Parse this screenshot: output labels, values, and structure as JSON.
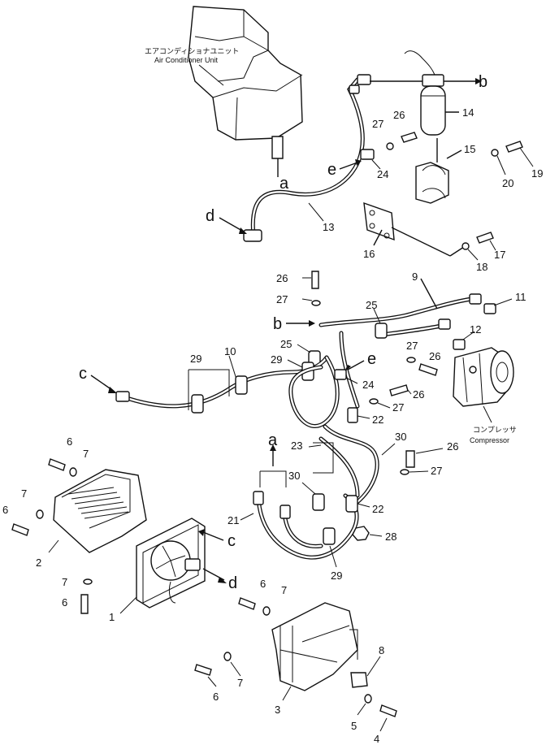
{
  "component_captions": {
    "air_conditioner_unit_jp": "エアコンディショナユニット",
    "air_conditioner_unit_en": "Air Conditioner Unit",
    "compressor_jp": "コンプレッサ",
    "compressor_en": "Compressor"
  },
  "connection_letters": {
    "a": "a",
    "b": "b",
    "c": "c",
    "d": "d",
    "e": "e"
  },
  "part_numbers": {
    "p1": "1",
    "p2": "2",
    "p3": "3",
    "p4": "4",
    "p5": "5",
    "p6": "6",
    "p7": "7",
    "p8": "8",
    "p9": "9",
    "p10": "10",
    "p11": "11",
    "p12": "12",
    "p13": "13",
    "p14": "14",
    "p15": "15",
    "p16": "16",
    "p17": "17",
    "p18": "18",
    "p19": "19",
    "p20": "20",
    "p21": "21",
    "p22": "22",
    "p23": "23",
    "p24": "24",
    "p25": "25",
    "p26": "26",
    "p27": "27",
    "p28": "28",
    "p29": "29",
    "p30": "30"
  }
}
